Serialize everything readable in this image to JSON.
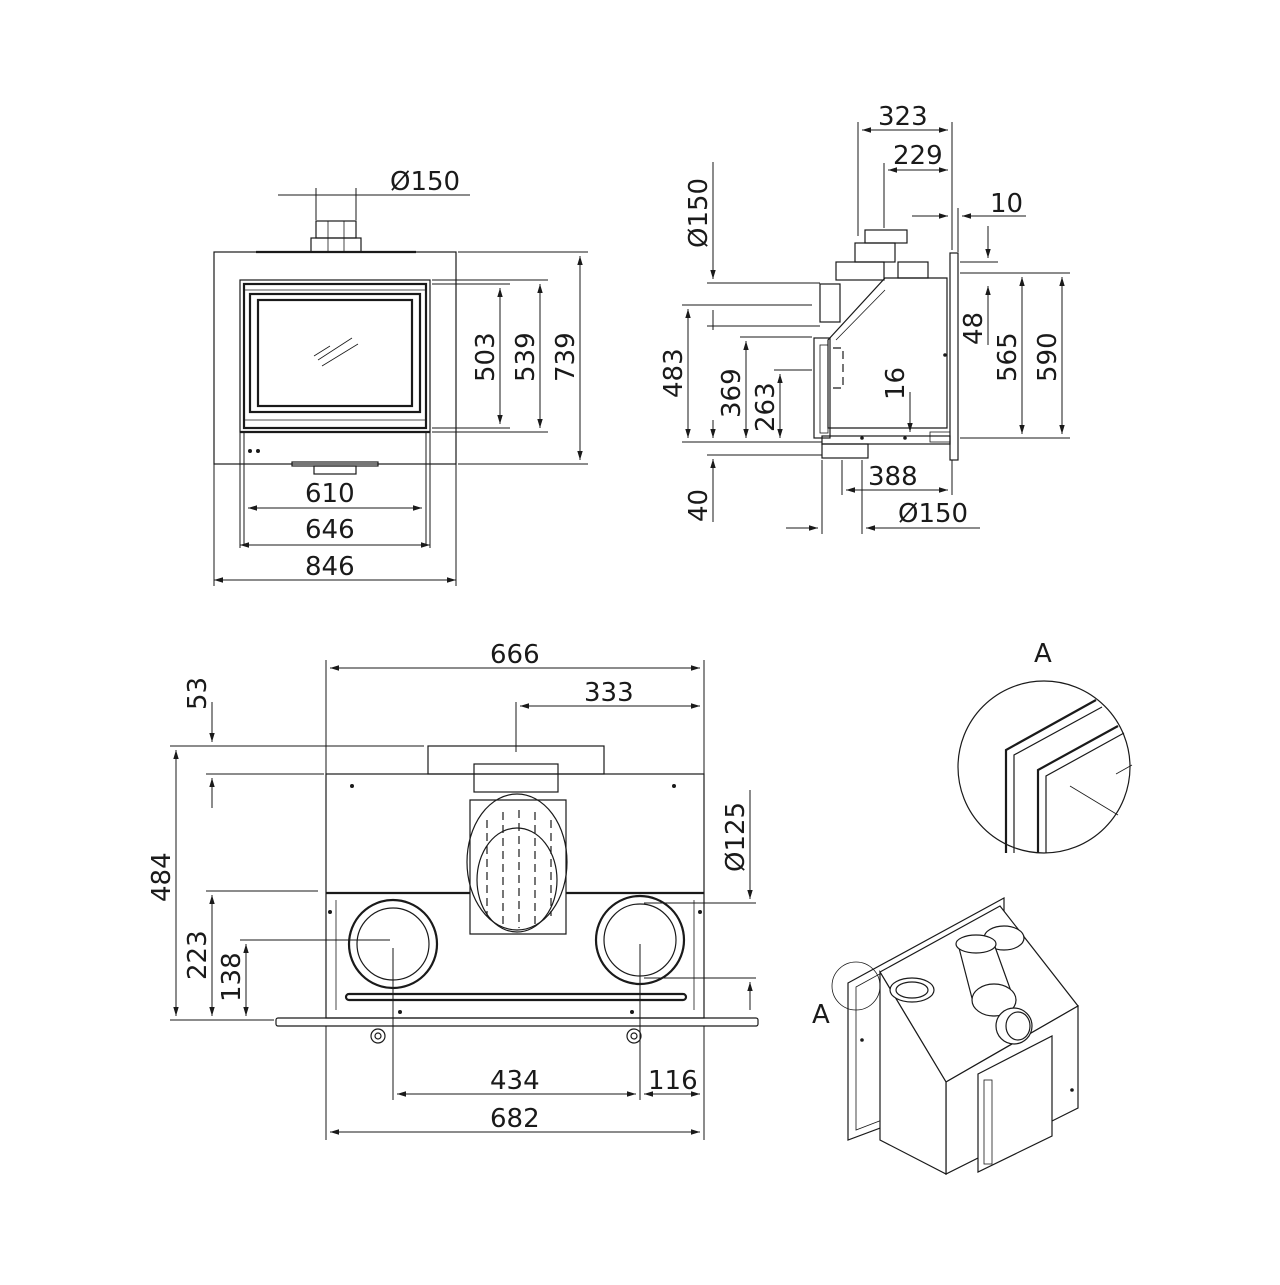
{
  "front_view": {
    "flue_diameter": "Ø150",
    "dims_horizontal": [
      "610",
      "646",
      "846"
    ],
    "dims_vertical": [
      "503",
      "539",
      "739"
    ]
  },
  "side_view": {
    "dims_top": [
      "323",
      "229",
      "10"
    ],
    "dims_bottom": [
      "388",
      "Ø150"
    ],
    "dims_left": [
      "Ø150",
      "483",
      "369",
      "263",
      "40"
    ],
    "dims_inner": [
      "16"
    ],
    "dims_right": [
      "48",
      "565",
      "590"
    ]
  },
  "top_view": {
    "dims_top": [
      "666",
      "333"
    ],
    "dims_left": [
      "53",
      "484",
      "223",
      "138"
    ],
    "dims_right": [
      "Ø125"
    ],
    "dims_bottom": [
      "434",
      "116",
      "682"
    ]
  },
  "detail": {
    "label_circle": "A",
    "label_iso": "A"
  }
}
